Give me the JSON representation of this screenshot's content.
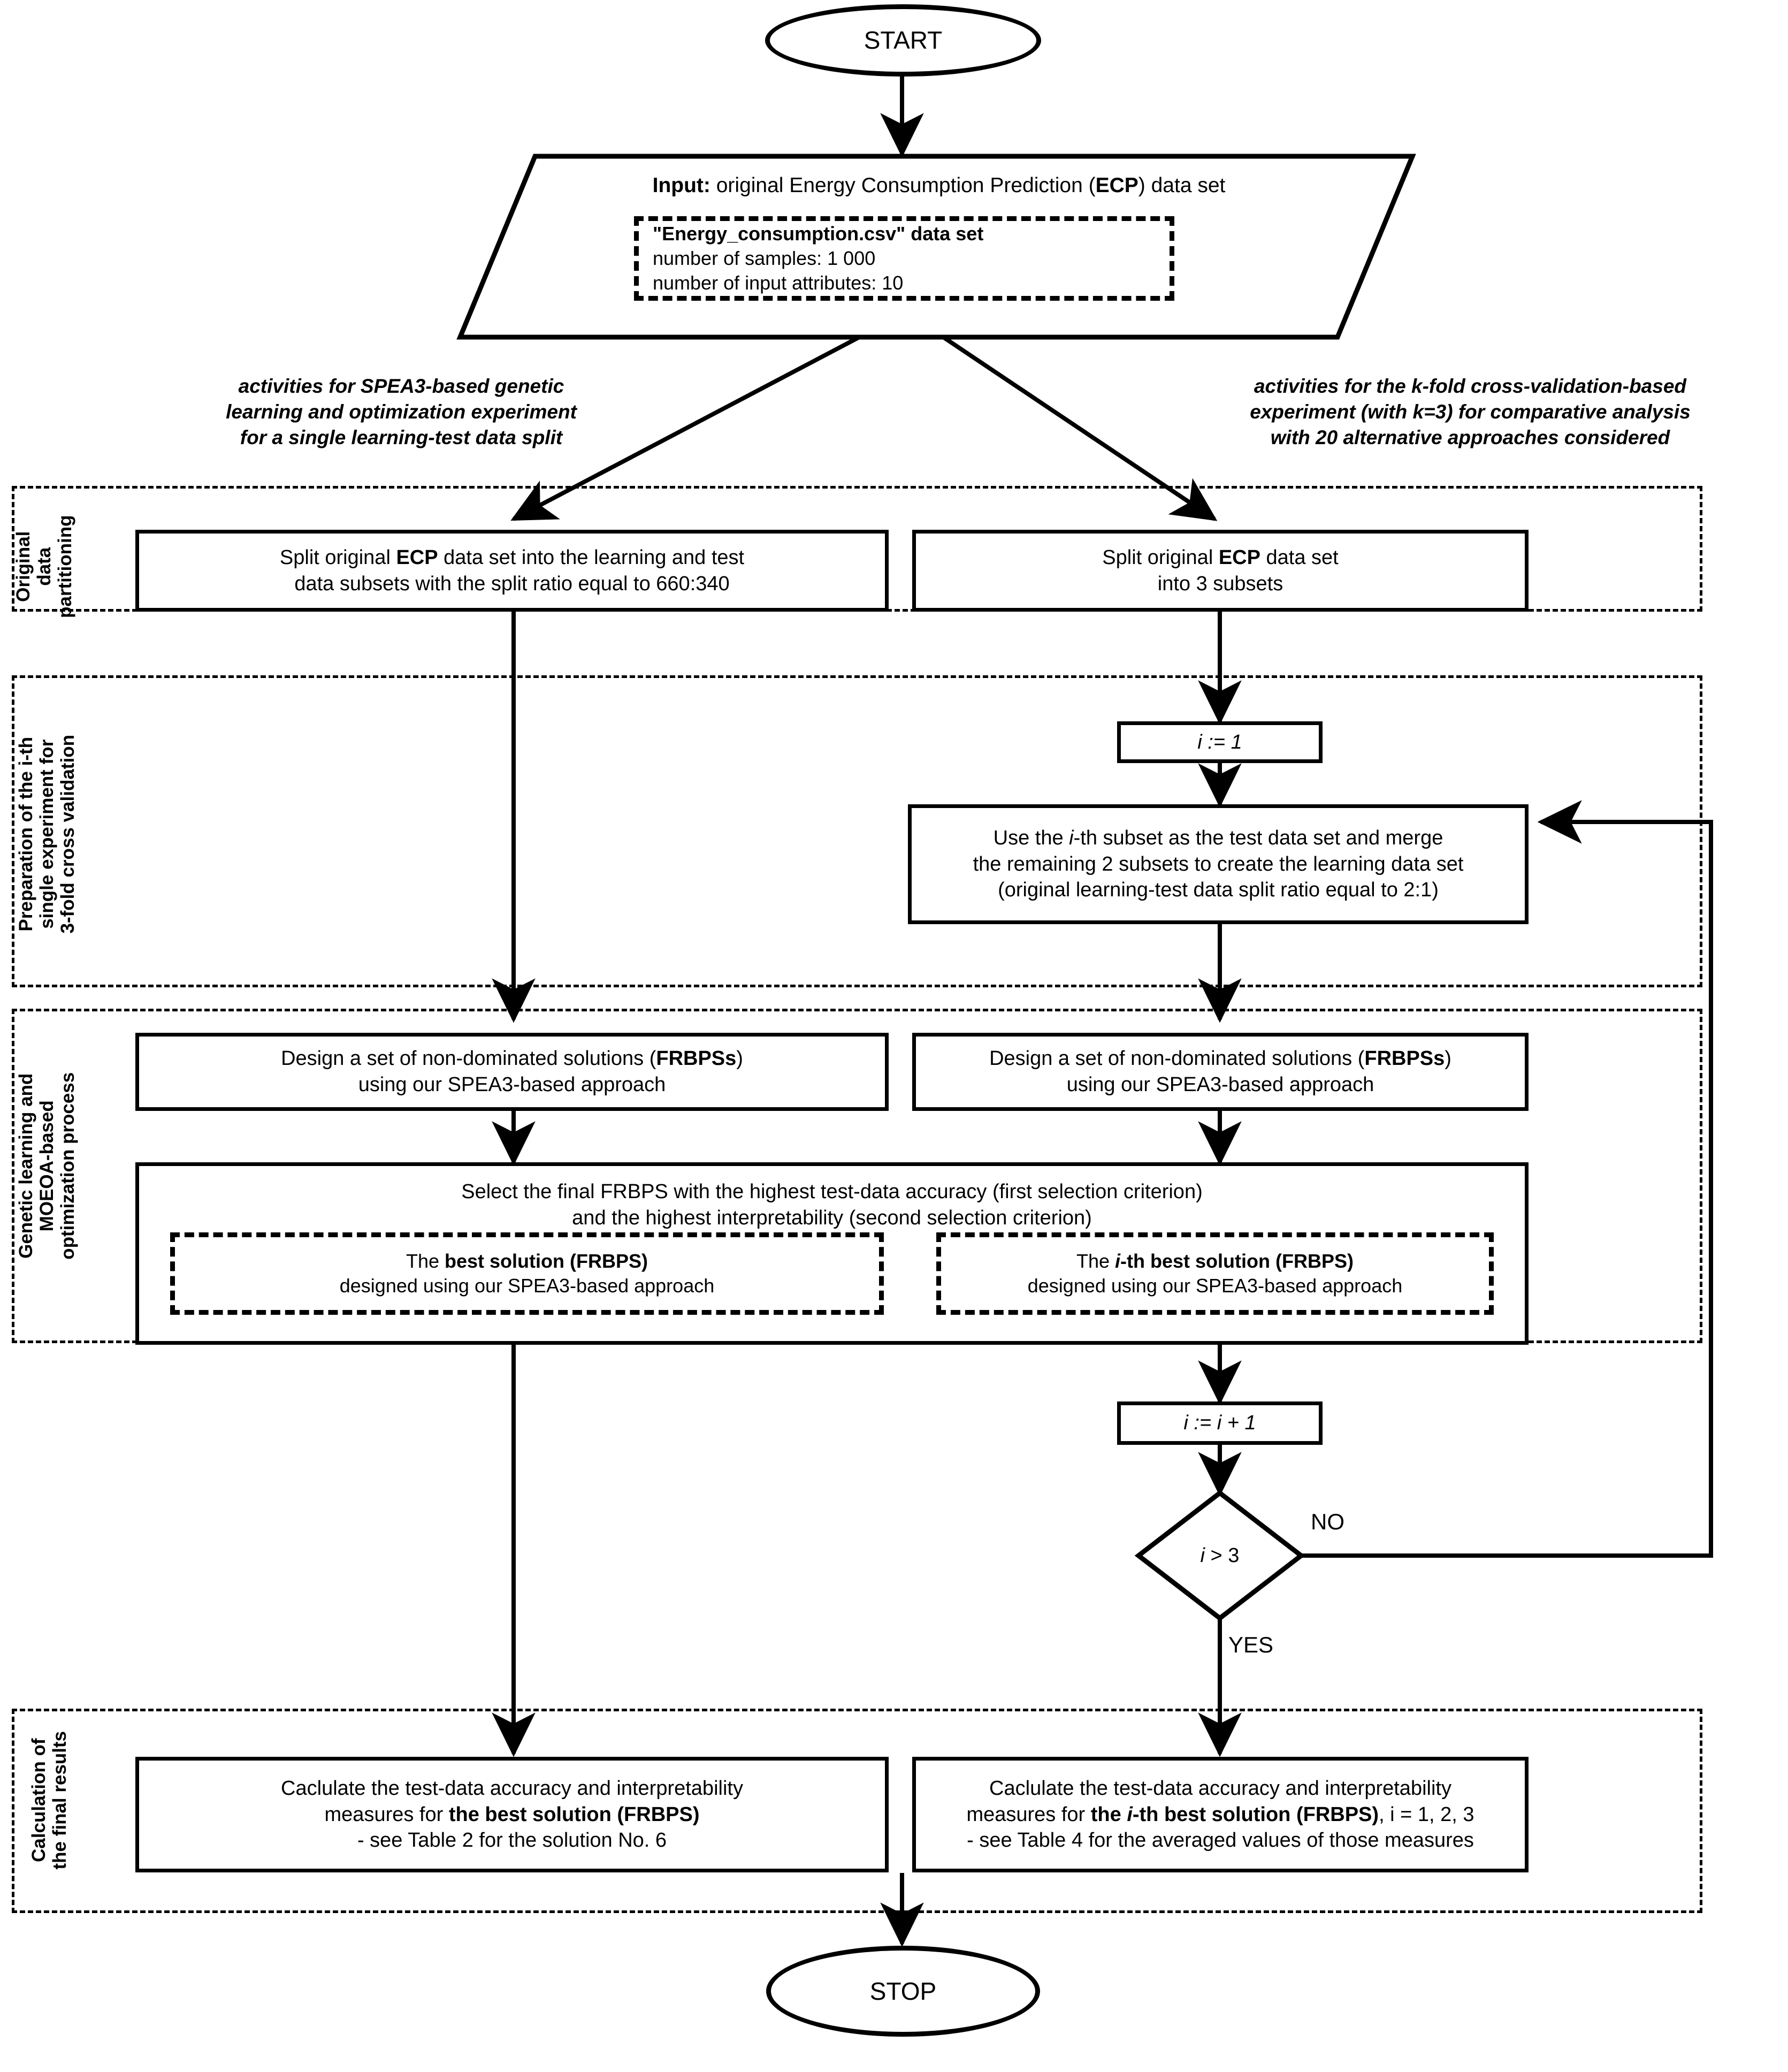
{
  "diagram": {
    "title_type": "flowchart",
    "start_label": "START",
    "stop_label": "STOP",
    "input_node": {
      "header_plain_1": "Input:",
      "header_plain_2": " original Energy Consumption Prediction (",
      "header_bold_ecp": "ECP",
      "header_plain_3": ") data set",
      "inner_line1": "\"Energy_consumption.csv\" data set",
      "inner_line2": "number of samples:  1 000",
      "inner_line3": "number of input attributes: 10"
    },
    "notes": {
      "left": "activities for SPEA3-based genetic learning and optimization experiment for a single learning-test data split",
      "left_lines": [
        "activities for SPEA3-based genetic",
        "learning and optimization experiment",
        "for a single learning-test data split"
      ],
      "right_lines": [
        "activities for the k-fold cross-validation-based",
        "experiment (with k=3) for comparative analysis",
        "with 20 alternative approaches considered"
      ]
    },
    "sections": [
      {
        "id": "original-data-partitioning",
        "label_lines": [
          "Original",
          "data",
          "partitioning"
        ]
      },
      {
        "id": "preparation-3fold",
        "label_lines": [
          "Preparation of the i-th",
          "single experiment for",
          "3-fold cross validation"
        ]
      },
      {
        "id": "genetic-learning-moeoa",
        "label_lines": [
          "Genetic learning and",
          "MOEOA-based",
          "optimization process"
        ]
      },
      {
        "id": "calculation-final-results",
        "label_lines": [
          "Calculation of",
          "the final results"
        ]
      }
    ],
    "nodes": {
      "split_left_line1_a": "Split original ",
      "split_left_ecp": "ECP",
      "split_left_line1_b": " data set into the learning and test",
      "split_left_line2": "data subsets with the split ratio equal to 660:340",
      "split_right_line1_a": "Split original ",
      "split_right_ecp": "ECP",
      "split_right_line1_b": " data set",
      "split_right_line2": "into 3 subsets",
      "init_i": "i := 1",
      "merge_line1_a": "Use the ",
      "merge_line1_i": "i",
      "merge_line1_b": "-th subset as the test data set and merge",
      "merge_line2": "the remaining 2 subsets to create the learning data set",
      "merge_line3": "(original learning-test data split ratio equal to 2:1)",
      "design_line1_a": "Design a set of non-dominated solutions (",
      "design_line1_bold": "FRBPSs",
      "design_line1_b": ")",
      "design_line2": "using our SPEA3-based approach",
      "select_line1": "Select the final FRBPS with the highest test-data accuracy (first selection criterion)",
      "select_line2": "and the highest interpretability (second selection criterion)",
      "best_solution_line1_a": "The ",
      "best_solution_line1_bold": "best solution (FRBPS)",
      "best_solution_line2": "designed using our SPEA3-based approach",
      "ith_best_line1_a": "The ",
      "ith_best_line1_i": "i",
      "ith_best_line1_bold": "-th best solution (FRBPS)",
      "ith_best_line2": "designed using our SPEA3-based approach",
      "incr_i": "i := i + 1",
      "decision": "i  > 3",
      "calc_left_line1": "Caclulate the test-data accuracy and interpretability",
      "calc_left_line2_a": "measures for ",
      "calc_left_line2_bold": "the best solution (FRBPS)",
      "calc_left_line3": "- see Table 2 for the solution No. 6",
      "calc_right_line1": "Caclulate the test-data accuracy and interpretability",
      "calc_right_line2_a": "measures for ",
      "calc_right_line2_bold_a": "the ",
      "calc_right_line2_bold_i": "i",
      "calc_right_line2_bold_b": "-th best solution (FRBPS)",
      "calc_right_line2_tail": ", i = 1, 2, 3",
      "calc_right_line3": "- see Table 4 for the averaged values of those measures"
    },
    "edge_labels": {
      "no": "NO",
      "yes": "YES"
    },
    "colors": {
      "stroke": "#000000",
      "background": "#ffffff"
    }
  }
}
